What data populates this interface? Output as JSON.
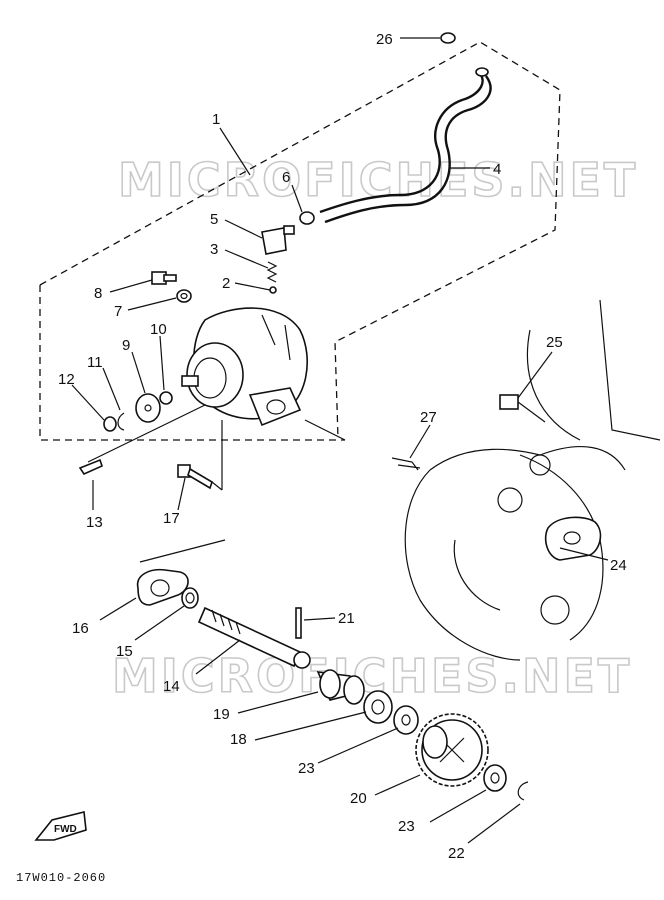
{
  "watermark": [
    "MICROFICHES.NET",
    "MICROFICHES.NET"
  ],
  "callouts": [
    "1",
    "2",
    "3",
    "4",
    "5",
    "6",
    "7",
    "8",
    "9",
    "10",
    "11",
    "12",
    "13",
    "14",
    "15",
    "16",
    "17",
    "18",
    "19",
    "20",
    "21",
    "22",
    "23",
    "23",
    "24",
    "25",
    "26",
    "27"
  ],
  "diagram_code": "17W010-2060",
  "fwd_label": "FWD"
}
